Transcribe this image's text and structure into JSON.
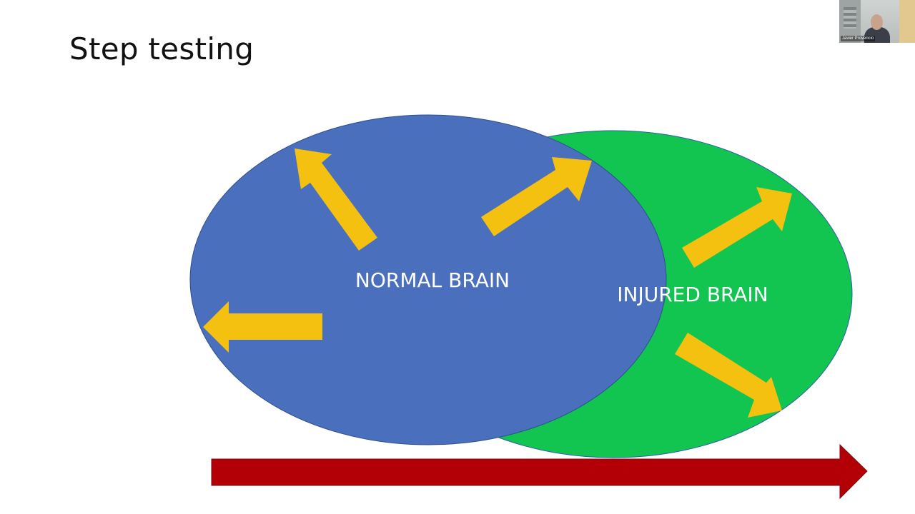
{
  "slide": {
    "title": "Step testing"
  },
  "diagram": {
    "normal_brain": {
      "label": "NORMAL BRAIN",
      "color": "#4a6fbd"
    },
    "injured_brain": {
      "label": "INJURED BRAIN",
      "color": "#12c450"
    },
    "arrow_color": "#f5c111",
    "timeline_arrow_color": "#b30006"
  },
  "video": {
    "participant_name": "Javier Provencio"
  }
}
